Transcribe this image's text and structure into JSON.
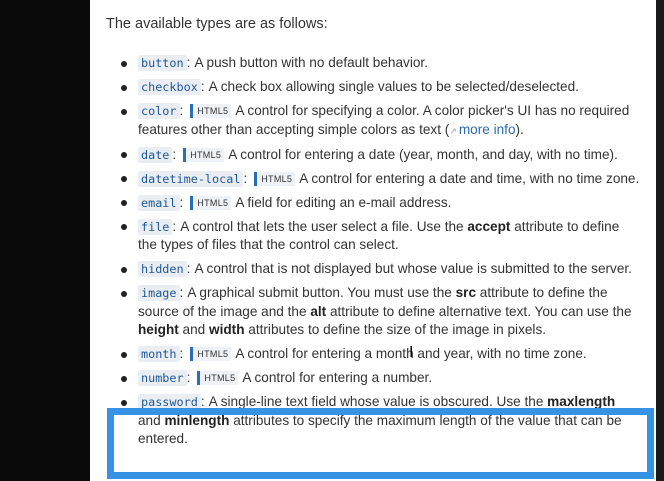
{
  "intro": "The available types are as follows:",
  "badge": "HTML5",
  "items": [
    {
      "name": "button",
      "html5": false,
      "desc": "A push button with no default behavior."
    },
    {
      "name": "checkbox",
      "html5": false,
      "desc": "A check box allowing single values to be selected/deselected."
    },
    {
      "name": "color",
      "html5": true,
      "desc_a": "A control for specifying a color. A color picker's UI has no required features other than accepting simple colors as text (",
      "link": "more info",
      "desc_b": ")."
    },
    {
      "name": "date",
      "html5": true,
      "desc": "A control for entering a date (year, month, and day, with no time)."
    },
    {
      "name": "datetime-local",
      "html5": true,
      "desc": "A control for entering a date and time, with no time zone."
    },
    {
      "name": "email",
      "html5": true,
      "desc": "A field for editing an e-mail address."
    },
    {
      "name": "file",
      "html5": false,
      "p1": "A control that lets the user select a file. Use the ",
      "b1": "accept",
      "p2": " attribute to define the types of files that the control can select."
    },
    {
      "name": "hidden",
      "html5": false,
      "desc": "A control that is not displayed but whose value is submitted to the server."
    },
    {
      "name": "image",
      "html5": false,
      "p1": "A graphical submit button. You must use the ",
      "b1": "src",
      "p2": " attribute to define the source of the image and the ",
      "b2": "alt",
      "p3": " attribute to define alternative text. You can use the ",
      "b3": "height",
      "p4": " and ",
      "b4": "width",
      "p5": " attributes to define the size of the image in pixels."
    },
    {
      "name": "month",
      "html5": true,
      "desc": "A control for entering a month and year, with no time zone."
    },
    {
      "name": "number",
      "html5": true,
      "desc": "A control for entering a number."
    },
    {
      "name": "password",
      "html5": false,
      "p1": "A single-line text field whose value is obscured. Use the ",
      "b1": "maxlength",
      "p2": " and ",
      "b2": "minlength",
      "p3": " attributes to specify the maximum length of the value that can be entered."
    }
  ]
}
